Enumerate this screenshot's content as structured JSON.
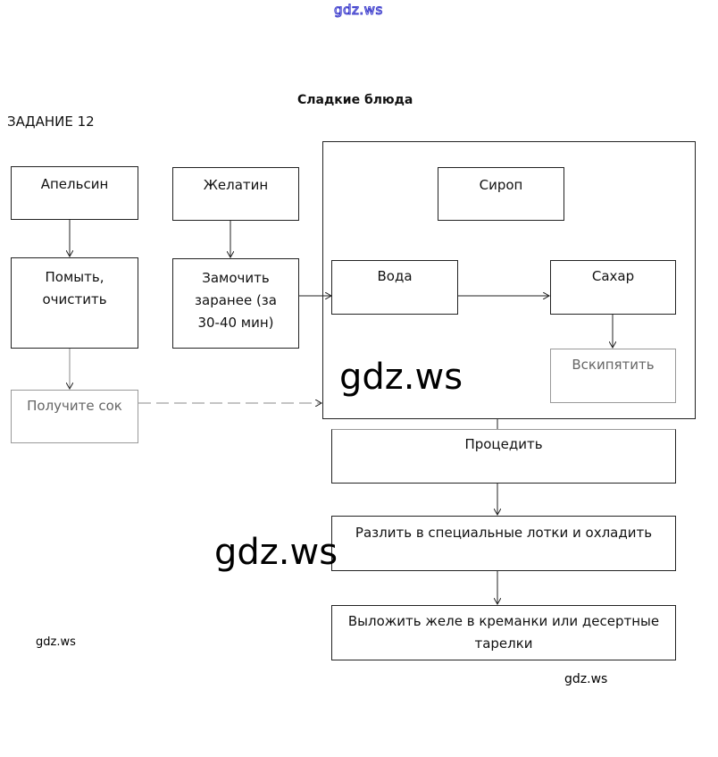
{
  "watermarks": {
    "top": "gdz.ws",
    "center": "gdz.ws",
    "lower_left_big": "gdz.ws",
    "lower_right_small": "gdz.ws",
    "bottom_left_small": "gdz.ws"
  },
  "header": {
    "title": "Сладкие блюда",
    "task": "ЗАДАНИЕ 12"
  },
  "diagram": {
    "nodes": {
      "orange": "Апельсин",
      "gelatin": "Желатин",
      "wash": [
        "Помыть,",
        "очистить"
      ],
      "soak": [
        "Замочить",
        "заранее (за",
        "30-40 мин)"
      ],
      "juice": "Получите сок",
      "syrup": "Сироп",
      "water": "Вода",
      "sugar": "Сахар",
      "boil": "Вскипятить",
      "strain": "Процедить",
      "pour": "Разлить в специальные  лотки и охладить",
      "serve": [
        "Выложить желе в креманки или десертные",
        "тарелки"
      ]
    }
  }
}
